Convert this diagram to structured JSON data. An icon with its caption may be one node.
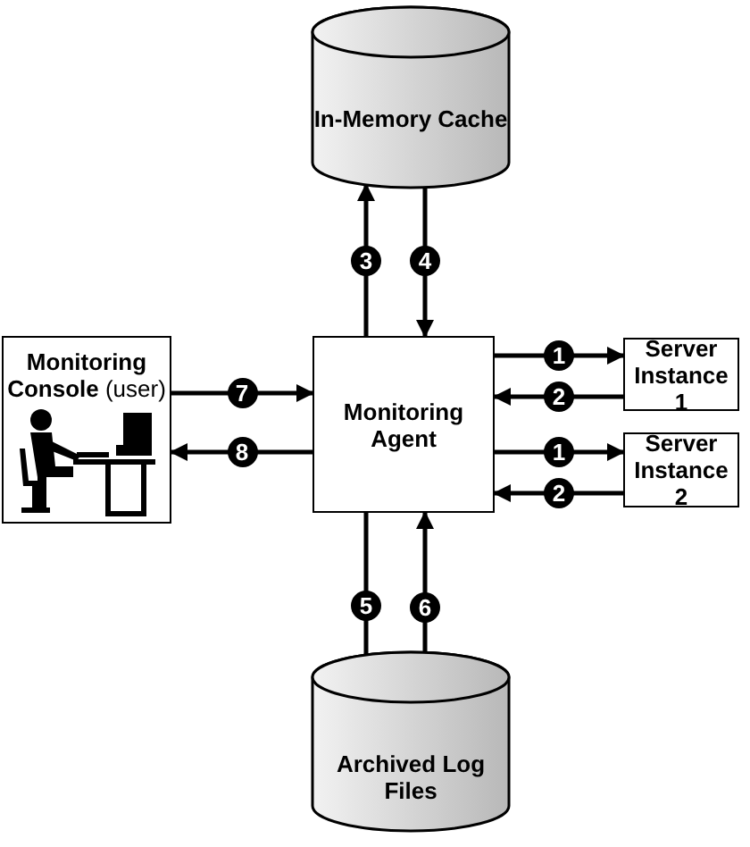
{
  "diagram": {
    "nodes": [
      {
        "text": [
          "In-Memory Cache"
        ]
      },
      {
        "text": [
          "**Monitoring Console** (user)"
        ]
      },
      {
        "text": [
          "Monitoring Agent"
        ]
      },
      {
        "text": [
          "Server Instance 1"
        ]
      },
      {
        "text": [
          "Server Instance 2"
        ]
      },
      {
        "text": [
          "Archived Log Files"
        ]
      }
    ],
    "edges": [
      {
        "from": 2,
        "to": 0,
        "arrow": "to",
        "label": "3"
      },
      {
        "from": 0,
        "to": 2,
        "arrow": "to",
        "label": "4"
      },
      {
        "from": 2,
        "to": 3,
        "arrow": "to",
        "label": "1"
      },
      {
        "from": 3,
        "to": 2,
        "arrow": "to",
        "label": "2"
      },
      {
        "from": 2,
        "to": 4,
        "arrow": "to",
        "label": "1"
      },
      {
        "from": 4,
        "to": 2,
        "arrow": "to",
        "label": "2"
      },
      {
        "from": 1,
        "to": 2,
        "arrow": "to",
        "label": "7"
      },
      {
        "from": 2,
        "to": 1,
        "arrow": "to",
        "label": "8"
      },
      {
        "from": 2,
        "to": 5,
        "arrow": "to",
        "label": "5"
      },
      {
        "from": 5,
        "to": 2,
        "arrow": "to",
        "label": "6"
      }
    ]
  }
}
